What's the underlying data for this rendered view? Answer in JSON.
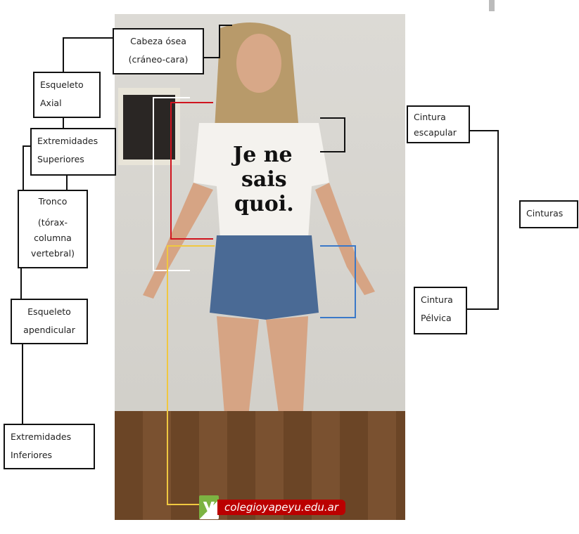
{
  "boxes": {
    "cabeza": [
      "Cabeza ósea",
      "(cráneo-cara)"
    ],
    "axial": [
      "Esqueleto",
      "Axial"
    ],
    "ext_sup": [
      "Extremidades",
      "Superiores"
    ],
    "tronco": [
      "Tronco",
      "(tórax-",
      "columna",
      "vertebral)"
    ],
    "apendicular": [
      "Esqueleto",
      "apendicular"
    ],
    "ext_inf": [
      "Extremidades",
      "Inferiores"
    ],
    "escapular": [
      "Cintura",
      "escapular"
    ],
    "cinturas": [
      "Cinturas"
    ],
    "pelvica": [
      "Cintura",
      "Pélvica"
    ]
  },
  "shirt_text": [
    "Je ne",
    "sais",
    "quoi."
  ],
  "logo": {
    "letter": "y",
    "text": "colegioyapeyu.edu.ar"
  },
  "colors": {
    "red": "#d0141e",
    "white": "#ffffff",
    "yellow": "#f0c840",
    "blue": "#3a78c8"
  }
}
